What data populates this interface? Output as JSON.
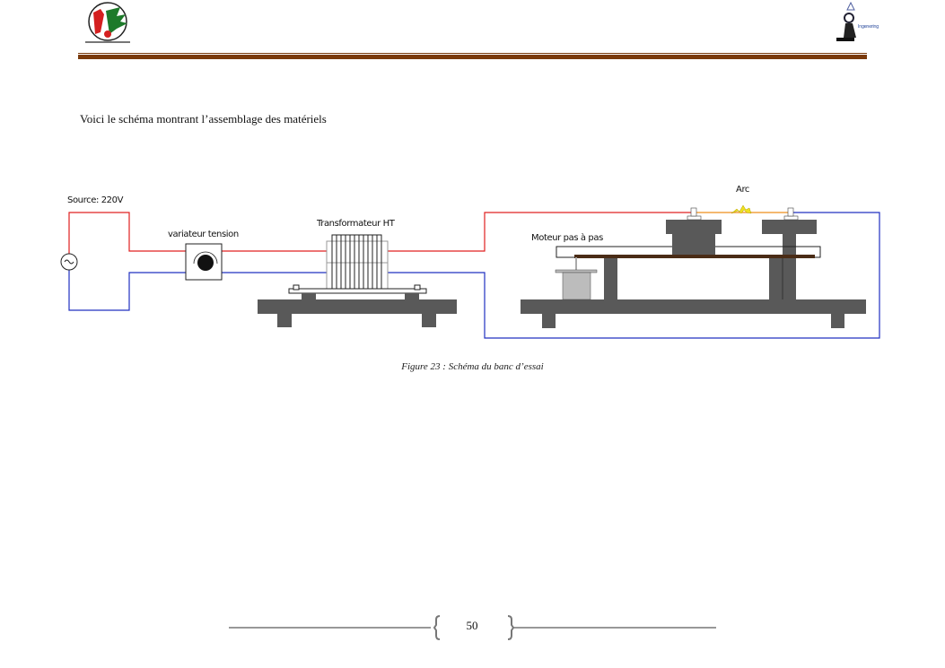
{
  "header": {
    "left_logo": "Institut logo (gear and leaves emblem)",
    "right_logo": "Industrial Engineering logo",
    "rule_color": "#7a3a0c"
  },
  "body": {
    "intro_text": "Voici le schéma montrant l’assemblage des matériels"
  },
  "figure": {
    "labels": {
      "source": "Source: 220V",
      "variator": "variateur tension",
      "transformer": "Transformateur  HT",
      "motor": "Moteur pas à pas",
      "arc": "Arc"
    },
    "colors": {
      "phase_wire": "#e02020",
      "neutral_wire": "#2030c0",
      "arc_wire": "#f0a040",
      "spark": "#f0e020",
      "structure": "#595959"
    },
    "caption": "Figure 23 : Schéma du banc d’essai"
  },
  "footer": {
    "page_number": "50"
  }
}
